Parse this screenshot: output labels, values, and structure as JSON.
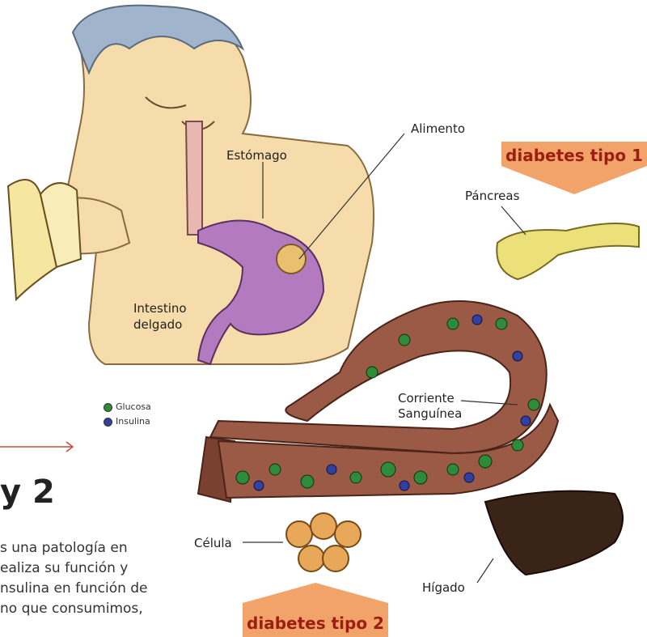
{
  "labels": {
    "alimento": "Alimento",
    "estomago": "Estómago",
    "intestino_1": "Intestino",
    "intestino_2": "delgado",
    "pancreas": "Páncreas",
    "corriente_1": "Corriente",
    "corriente_2": "Sanguínea",
    "celula": "Célula",
    "higado": "Hígado"
  },
  "banners": {
    "tipo1": "diabetes tipo 1",
    "tipo2": "diabetes tipo 2"
  },
  "legend": {
    "glucosa": "Glucosa",
    "insulina": "Insulina"
  },
  "colors": {
    "glucosa": "#2e8b3a",
    "insulina": "#3040a0",
    "banner_bg": "#f2a36a",
    "vessel": "#9a5a45",
    "stomach": "#b47ac0",
    "pancreas": "#ece07a",
    "liver": "#3a2418",
    "cell": "#e8a85a"
  },
  "side_text": {
    "heading": "y 2",
    "lines": [
      "s una patología en",
      "ealiza su función y",
      "nsulina en función de",
      "no que consumimos,"
    ]
  }
}
